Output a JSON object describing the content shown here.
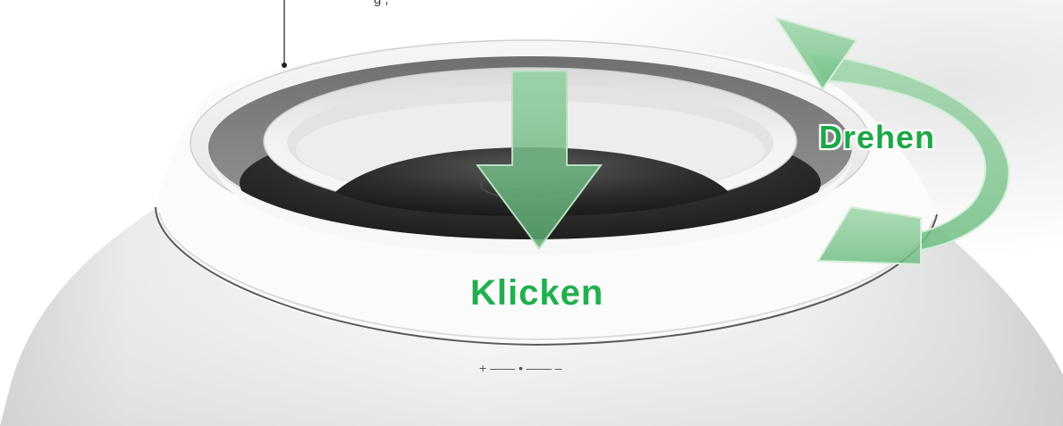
{
  "labels": {
    "click": "Klicken",
    "rotate": "Drehen",
    "top_caption": "g            ,"
  },
  "volume_scale": "+ —— • —— –",
  "icons": {
    "click_arrow": "arrow-down-icon",
    "rotate_arrow": "rotate-arrow-icon"
  },
  "colors": {
    "label_green": "#22b04f",
    "arrow_green": "#7cc48f"
  }
}
